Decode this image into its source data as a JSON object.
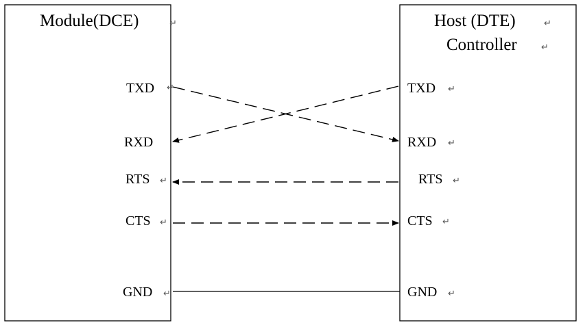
{
  "diagram": {
    "left_box": {
      "title": "Module(DCE)",
      "pins": {
        "txd": "TXD",
        "rxd": "RXD",
        "rts": "RTS",
        "cts": "CTS",
        "gnd": "GND"
      }
    },
    "right_box": {
      "title_line1": "Host (DTE)",
      "title_line2": "Controller",
      "pins": {
        "txd": "TXD",
        "rxd": "RXD",
        "rts": "RTS",
        "cts": "CTS",
        "gnd": "GND"
      }
    },
    "paragraph_mark": "↵",
    "connections": [
      {
        "from": "Module TXD",
        "to": "Host RXD",
        "style": "dashed",
        "arrow": "to"
      },
      {
        "from": "Host TXD",
        "to": "Module RXD",
        "style": "dashed",
        "arrow": "to"
      },
      {
        "from": "Host RTS",
        "to": "Module RTS",
        "style": "dashed",
        "arrow": "to"
      },
      {
        "from": "Module CTS",
        "to": "Host CTS",
        "style": "dashed",
        "arrow": "to"
      },
      {
        "from": "Module GND",
        "to": "Host GND",
        "style": "solid",
        "arrow": "none"
      }
    ]
  }
}
